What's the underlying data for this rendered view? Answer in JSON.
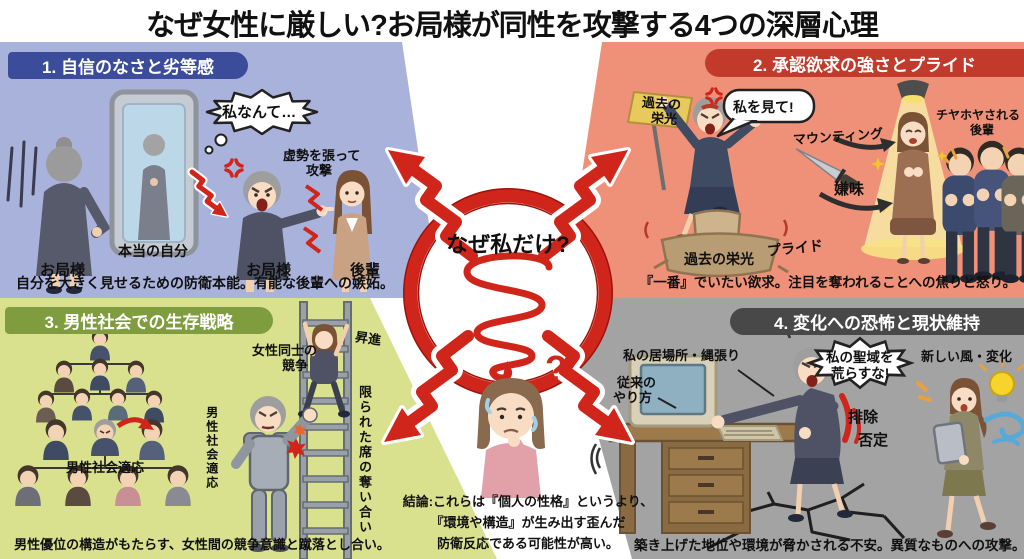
{
  "title": "なぜ女性に厳しい?お局様が同性を攻撃する4つの深層心理",
  "colors": {
    "accent_red": "#d0251a",
    "q1_bg": "#a9b2da",
    "q1_header": "#3b4c9b",
    "q2_bg": "#ef9178",
    "q2_header": "#c23a2b",
    "q3_bg": "#d9e18f",
    "q3_header": "#7f9c3e",
    "q4_bg": "#a3a3a3",
    "q4_header": "#484848"
  },
  "center": {
    "question": "なぜ私だけ?",
    "question_mark": "?",
    "conclusion": {
      "line1": "結論:これらは『個人の性格』というより、",
      "line2": "『環境や構造』が生み出す歪んだ",
      "line3": "防衛反応である可能性が高い。"
    }
  },
  "quadrants": {
    "q1": {
      "heading": "1. 自信のなさと劣等感",
      "caption": "自分を大きく見せるための防衛本能。有能な後輩への嫉妬。",
      "labels": {
        "thought": "私なんて…",
        "bluff1": "虚勢を張って",
        "bluff2": "攻撃",
        "otsubone_left": "お局様",
        "true_self": "本当の自分",
        "otsubone_right": "お局様",
        "junior": "後輩"
      }
    },
    "q2": {
      "heading": "2. 承認欲求の強さとプライド",
      "caption": "『一番』でいたい欲求。注目を奪われることへの焦りと怒り。",
      "labels": {
        "flag1": "過去の",
        "flag2": "栄光",
        "speech": "私を見て!",
        "mounting": "マウンティング",
        "sarcasm": "嫌味",
        "praised1": "チヤホヤされる",
        "praised2": "後輩",
        "pride": "プライド",
        "stump": "過去の栄光"
      }
    },
    "q3": {
      "heading": "3. 男性社会での生存戦略",
      "caption": "男性優位の構造がもたらす、女性間の競争意識と蹴落とし合い。",
      "labels": {
        "rivalry1": "女性同士の",
        "rivalry2": "競争",
        "promotion": "昇進",
        "limited_seats": "限られた席の奪い合い",
        "adaptation_chart": "男性社会適応",
        "adaptation_side": "男性社会適応"
      }
    },
    "q4": {
      "heading": "4. 変化への恐怖と現状維持",
      "caption": "築き上げた地位や環境が脅かされる不安。異質なものへの攻撃。",
      "labels": {
        "territory": "私の居場所・縄張り",
        "old_way1": "従来の",
        "old_way2": "やり方",
        "sanctuary1": "私の聖域を",
        "sanctuary2": "荒らすな!",
        "exclusion": "排除",
        "denial": "否定",
        "new_wind": "新しい風・変化"
      }
    }
  }
}
